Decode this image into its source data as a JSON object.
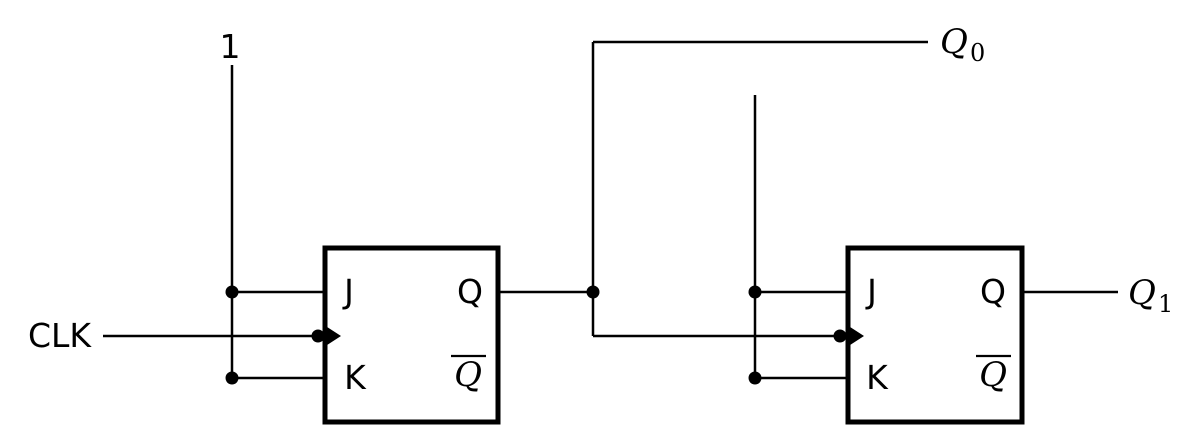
{
  "diagram": {
    "colors": {
      "ink": "#000000",
      "background": "#ffffff"
    },
    "inputs": {
      "constant_one": "1",
      "clock": "CLK"
    },
    "outputs": {
      "q0": {
        "base": "Q",
        "subscript": "0"
      },
      "q1": {
        "base": "Q",
        "subscript": "1"
      }
    },
    "flipflops": [
      {
        "pin_j": "J",
        "pin_k": "K",
        "pin_q": "Q",
        "pin_qbar": "Q"
      },
      {
        "pin_j": "J",
        "pin_k": "K",
        "pin_q": "Q",
        "pin_qbar": "Q"
      }
    ]
  }
}
